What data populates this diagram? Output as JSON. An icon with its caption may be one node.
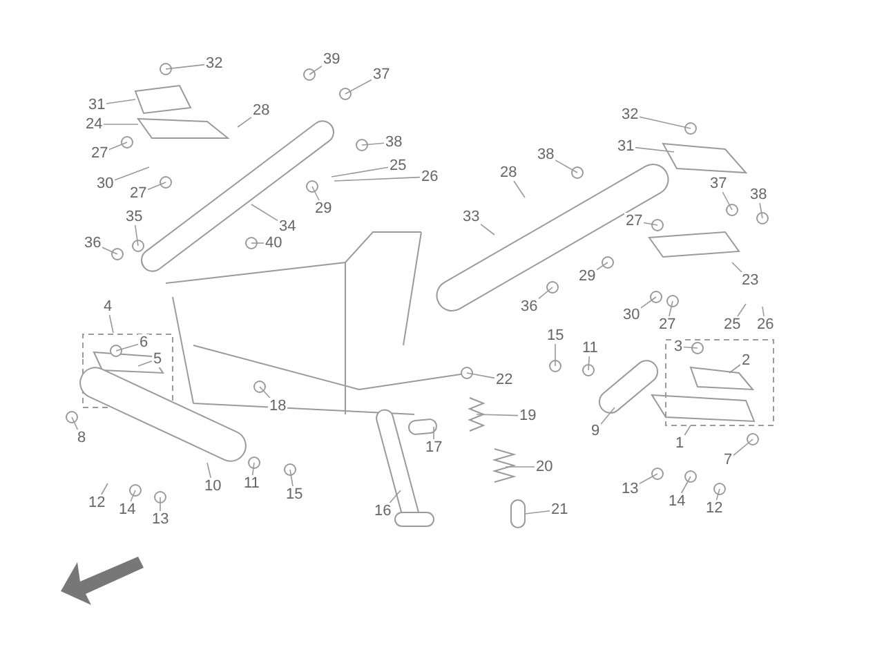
{
  "diagram": {
    "nodes": [
      {
        "text": [
          "32"
        ]
      },
      {
        "text": [
          "31"
        ]
      },
      {
        "text": [
          "24"
        ]
      },
      {
        "text": [
          "28"
        ]
      },
      {
        "text": [
          "39"
        ]
      },
      {
        "text": [
          "37"
        ]
      },
      {
        "text": [
          "38"
        ]
      },
      {
        "text": [
          "27"
        ]
      },
      {
        "text": [
          "25"
        ]
      },
      {
        "text": [
          "26"
        ]
      },
      {
        "text": [
          "30"
        ]
      },
      {
        "text": [
          "27"
        ]
      },
      {
        "text": [
          "29"
        ]
      },
      {
        "text": [
          "34"
        ]
      },
      {
        "text": [
          "35"
        ]
      },
      {
        "text": [
          "40"
        ]
      },
      {
        "text": [
          "36"
        ]
      },
      {
        "text": [
          "32"
        ]
      },
      {
        "text": [
          "31"
        ]
      },
      {
        "text": [
          "38"
        ]
      },
      {
        "text": [
          "28"
        ]
      },
      {
        "text": [
          "33"
        ]
      },
      {
        "text": [
          "27"
        ]
      },
      {
        "text": [
          "37"
        ]
      },
      {
        "text": [
          "38"
        ]
      },
      {
        "text": [
          "29"
        ]
      },
      {
        "text": [
          "23"
        ]
      },
      {
        "text": [
          "36"
        ]
      },
      {
        "text": [
          "30"
        ]
      },
      {
        "text": [
          "27"
        ]
      },
      {
        "text": [
          "25"
        ]
      },
      {
        "text": [
          "26"
        ]
      },
      {
        "text": [
          "4"
        ]
      },
      {
        "text": [
          "6"
        ]
      },
      {
        "text": [
          "5"
        ]
      },
      {
        "text": [
          "15"
        ]
      },
      {
        "text": [
          "11"
        ]
      },
      {
        "text": [
          "22"
        ]
      },
      {
        "text": [
          "8"
        ]
      },
      {
        "text": [
          "18"
        ]
      },
      {
        "text": [
          "19"
        ]
      },
      {
        "text": [
          "17"
        ]
      },
      {
        "text": [
          "10"
        ]
      },
      {
        "text": [
          "11"
        ]
      },
      {
        "text": [
          "15"
        ]
      },
      {
        "text": [
          "20"
        ]
      },
      {
        "text": [
          "16"
        ]
      },
      {
        "text": [
          "21"
        ]
      },
      {
        "text": [
          "12"
        ]
      },
      {
        "text": [
          "14"
        ]
      },
      {
        "text": [
          "13"
        ]
      },
      {
        "text": [
          "3"
        ]
      },
      {
        "text": [
          "2"
        ]
      },
      {
        "text": [
          "9"
        ]
      },
      {
        "text": [
          "1"
        ]
      },
      {
        "text": [
          "7"
        ]
      },
      {
        "text": [
          "13"
        ]
      },
      {
        "text": [
          "14"
        ]
      },
      {
        "text": [
          "12"
        ]
      }
    ],
    "edges": [
      {
        "from": 0,
        "to": null,
        "arrow": "none"
      },
      {
        "from": 1,
        "to": null,
        "arrow": "none"
      },
      {
        "from": 2,
        "to": null,
        "arrow": "none"
      },
      {
        "from": 3,
        "to": null,
        "arrow": "none"
      },
      {
        "from": 4,
        "to": null,
        "arrow": "none"
      },
      {
        "from": 5,
        "to": null,
        "arrow": "none"
      },
      {
        "from": 6,
        "to": null,
        "arrow": "none"
      },
      {
        "from": 7,
        "to": null,
        "arrow": "none"
      },
      {
        "from": 8,
        "to": null,
        "arrow": "none"
      },
      {
        "from": 9,
        "to": null,
        "arrow": "none"
      },
      {
        "from": 10,
        "to": null,
        "arrow": "none"
      },
      {
        "from": 11,
        "to": null,
        "arrow": "none"
      },
      {
        "from": 12,
        "to": null,
        "arrow": "none"
      },
      {
        "from": 13,
        "to": null,
        "arrow": "none"
      },
      {
        "from": 14,
        "to": null,
        "arrow": "none"
      },
      {
        "from": 15,
        "to": null,
        "arrow": "none"
      },
      {
        "from": 16,
        "to": null,
        "arrow": "none"
      },
      {
        "from": 17,
        "to": null,
        "arrow": "none"
      },
      {
        "from": 18,
        "to": null,
        "arrow": "none"
      },
      {
        "from": 19,
        "to": null,
        "arrow": "none"
      },
      {
        "from": 20,
        "to": null,
        "arrow": "none"
      },
      {
        "from": 21,
        "to": null,
        "arrow": "none"
      },
      {
        "from": 22,
        "to": null,
        "arrow": "none"
      },
      {
        "from": 23,
        "to": null,
        "arrow": "none"
      },
      {
        "from": 24,
        "to": null,
        "arrow": "none"
      },
      {
        "from": 25,
        "to": null,
        "arrow": "none"
      },
      {
        "from": 26,
        "to": null,
        "arrow": "none"
      },
      {
        "from": 27,
        "to": null,
        "arrow": "none"
      },
      {
        "from": 28,
        "to": null,
        "arrow": "none"
      },
      {
        "from": 29,
        "to": null,
        "arrow": "none"
      },
      {
        "from": 30,
        "to": null,
        "arrow": "none"
      },
      {
        "from": 31,
        "to": null,
        "arrow": "none"
      },
      {
        "from": 32,
        "to": null,
        "arrow": "none"
      },
      {
        "from": 33,
        "to": null,
        "arrow": "none"
      },
      {
        "from": 34,
        "to": null,
        "arrow": "none"
      },
      {
        "from": 35,
        "to": null,
        "arrow": "none"
      },
      {
        "from": 36,
        "to": null,
        "arrow": "none"
      },
      {
        "from": 37,
        "to": null,
        "arrow": "none"
      },
      {
        "from": 38,
        "to": null,
        "arrow": "none"
      },
      {
        "from": 39,
        "to": null,
        "arrow": "none"
      },
      {
        "from": 40,
        "to": null,
        "arrow": "none"
      },
      {
        "from": 41,
        "to": null,
        "arrow": "none"
      },
      {
        "from": 42,
        "to": null,
        "arrow": "none"
      },
      {
        "from": 43,
        "to": null,
        "arrow": "none"
      },
      {
        "from": 44,
        "to": null,
        "arrow": "none"
      },
      {
        "from": 45,
        "to": null,
        "arrow": "none"
      },
      {
        "from": 46,
        "to": null,
        "arrow": "none"
      },
      {
        "from": 47,
        "to": null,
        "arrow": "none"
      },
      {
        "from": 48,
        "to": null,
        "arrow": "none"
      },
      {
        "from": 49,
        "to": null,
        "arrow": "none"
      },
      {
        "from": 50,
        "to": null,
        "arrow": "none"
      },
      {
        "from": 51,
        "to": null,
        "arrow": "none"
      },
      {
        "from": 52,
        "to": null,
        "arrow": "none"
      },
      {
        "from": 53,
        "to": null,
        "arrow": "none"
      },
      {
        "from": 54,
        "to": null,
        "arrow": "none"
      },
      {
        "from": 55,
        "to": null,
        "arrow": "none"
      },
      {
        "from": 56,
        "to": null,
        "arrow": "none"
      },
      {
        "from": 57,
        "to": null,
        "arrow": "none"
      },
      {
        "from": 58,
        "to": null,
        "arrow": "none"
      }
    ]
  }
}
